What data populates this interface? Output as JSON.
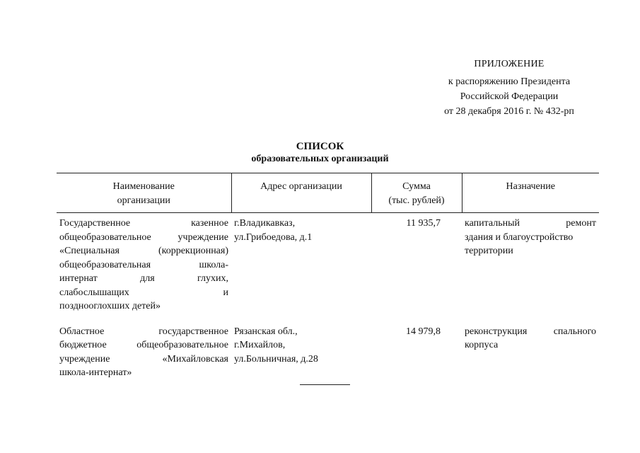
{
  "appendix": {
    "line1": "ПРИЛОЖЕНИЕ",
    "line2": "к распоряжению Президента",
    "line3": "Российской Федерации",
    "line4": "от 28 декабря 2016 г. № 432-рп"
  },
  "title": {
    "main": "СПИСОК",
    "sub": "образовательных организаций"
  },
  "table": {
    "headers": [
      {
        "line1": "Наименование",
        "line2": "организации"
      },
      {
        "line1": "Адрес организации",
        "line2": ""
      },
      {
        "line1": "Сумма",
        "line2": "(тыс. рублей)"
      },
      {
        "line1": "Назначение",
        "line2": ""
      }
    ],
    "rows": [
      {
        "name": [
          "Государственное казенное",
          "общеобразовательное учреждение",
          "«Специальная (коррекционная)",
          "общеобразовательная школа-",
          "интернат для глухих,",
          "слабослышащих и",
          "позднооглохших детей»"
        ],
        "address": [
          "г.Владикавказ,",
          "ул.Грибоедова, д.1"
        ],
        "amount": "11 935,7",
        "purpose": [
          "капитальный ремонт",
          "здания и благоустройство",
          "территории"
        ]
      },
      {
        "name": [
          "Областное государственное",
          "бюджетное общеобразовательное",
          "учреждение «Михайловская",
          "школа-интернат»"
        ],
        "address": [
          "Рязанская обл.,",
          "г.Михайлов,",
          "ул.Больничная, д.28"
        ],
        "amount": "14 979,8",
        "purpose": [
          "реконструкция спального",
          "корпуса"
        ]
      }
    ]
  }
}
